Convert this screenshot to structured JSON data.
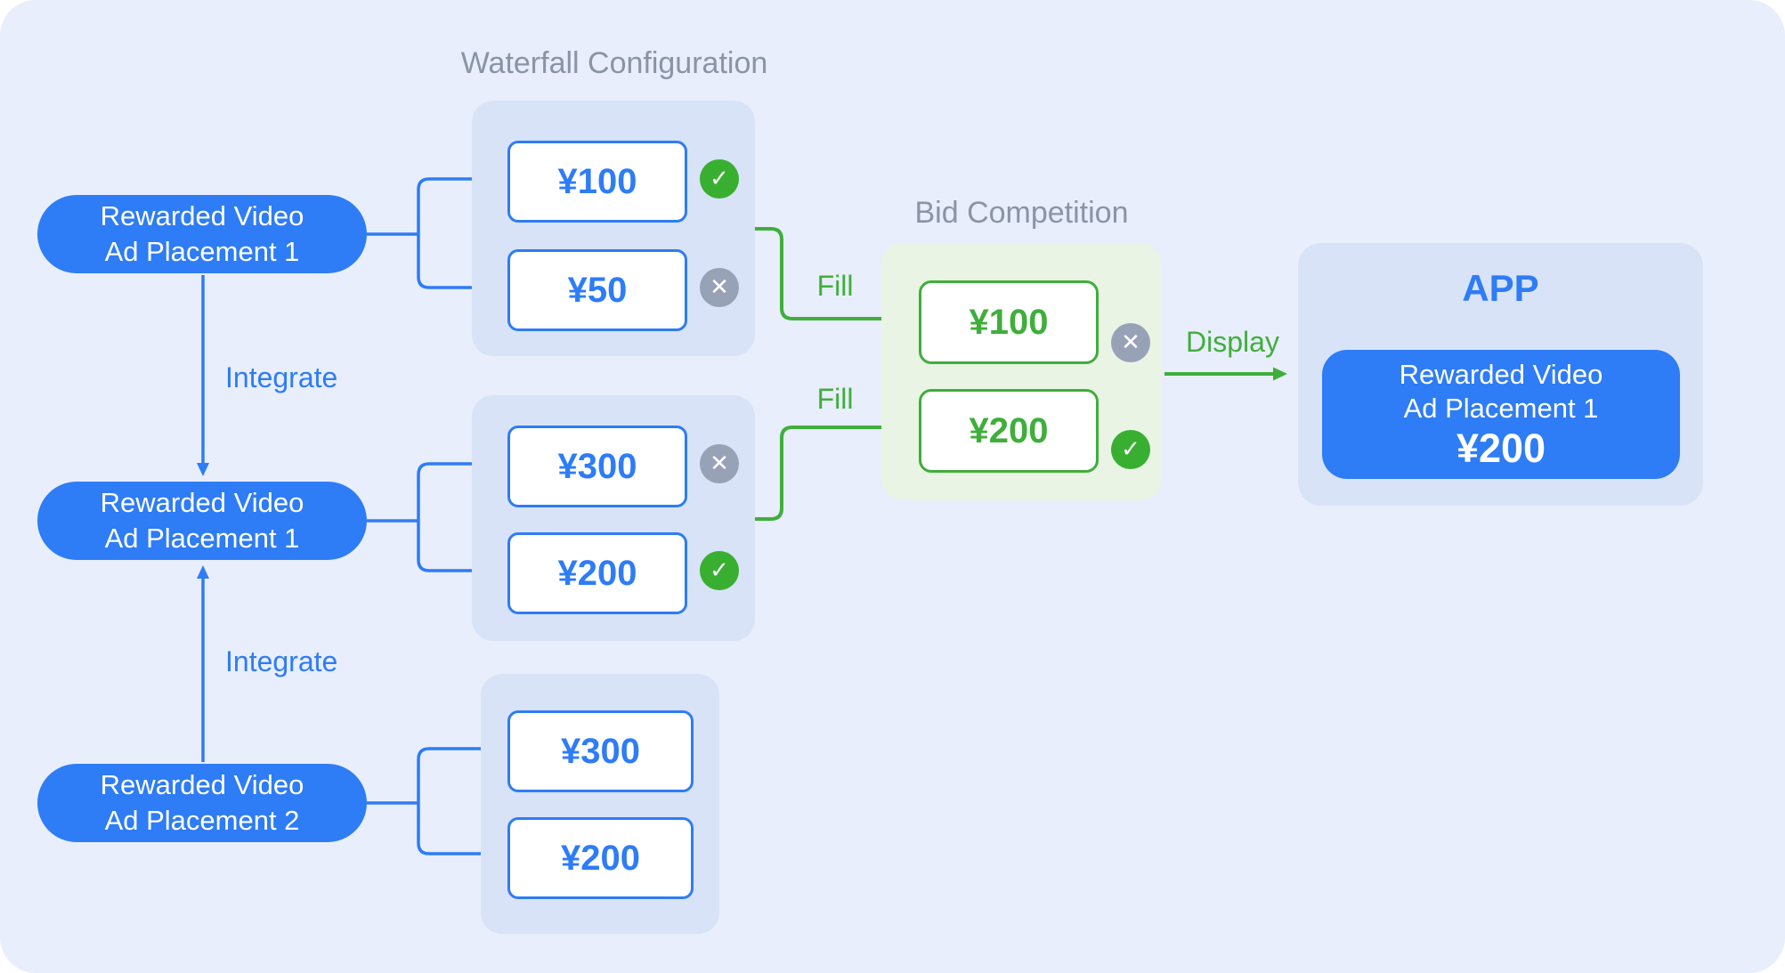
{
  "colors": {
    "background": "#E8EEFB",
    "panel_blue": "#D8E3F7",
    "panel_green": "#E9F4E5",
    "accent_blue": "#2E7CF6",
    "accent_green": "#3FAE3B",
    "badge_green": "#39AF31",
    "badge_gray": "#98A2B7",
    "title_gray": "#8A94A4"
  },
  "icons": {
    "check": "✓",
    "cross": "✕"
  },
  "sections": {
    "waterfall": {
      "title": "Waterfall Configuration"
    },
    "bid": {
      "title": "Bid Competition"
    },
    "app": {
      "title": "APP"
    }
  },
  "placements": [
    {
      "line1": "Rewarded Video",
      "line2": "Ad Placement 1"
    },
    {
      "line1": "Rewarded Video",
      "line2": "Ad Placement 1"
    },
    {
      "line1": "Rewarded Video",
      "line2": "Ad Placement 2"
    }
  ],
  "waterfall_groups": [
    {
      "items": [
        {
          "price": "¥100",
          "status": "win"
        },
        {
          "price": "¥50",
          "status": "lose"
        }
      ]
    },
    {
      "items": [
        {
          "price": "¥300",
          "status": "lose"
        },
        {
          "price": "¥200",
          "status": "win"
        }
      ]
    },
    {
      "items": [
        {
          "price": "¥300",
          "status": "none"
        },
        {
          "price": "¥200",
          "status": "none"
        }
      ]
    }
  ],
  "bid_items": [
    {
      "price": "¥100",
      "status": "lose"
    },
    {
      "price": "¥200",
      "status": "win"
    }
  ],
  "edge_labels": {
    "integrate_1": "Integrate",
    "integrate_2": "Integrate",
    "fill_1": "Fill",
    "fill_2": "Fill",
    "display": "Display"
  },
  "app": {
    "ad_line1": "Rewarded Video",
    "ad_line2": "Ad Placement 1",
    "ad_price": "¥200"
  }
}
